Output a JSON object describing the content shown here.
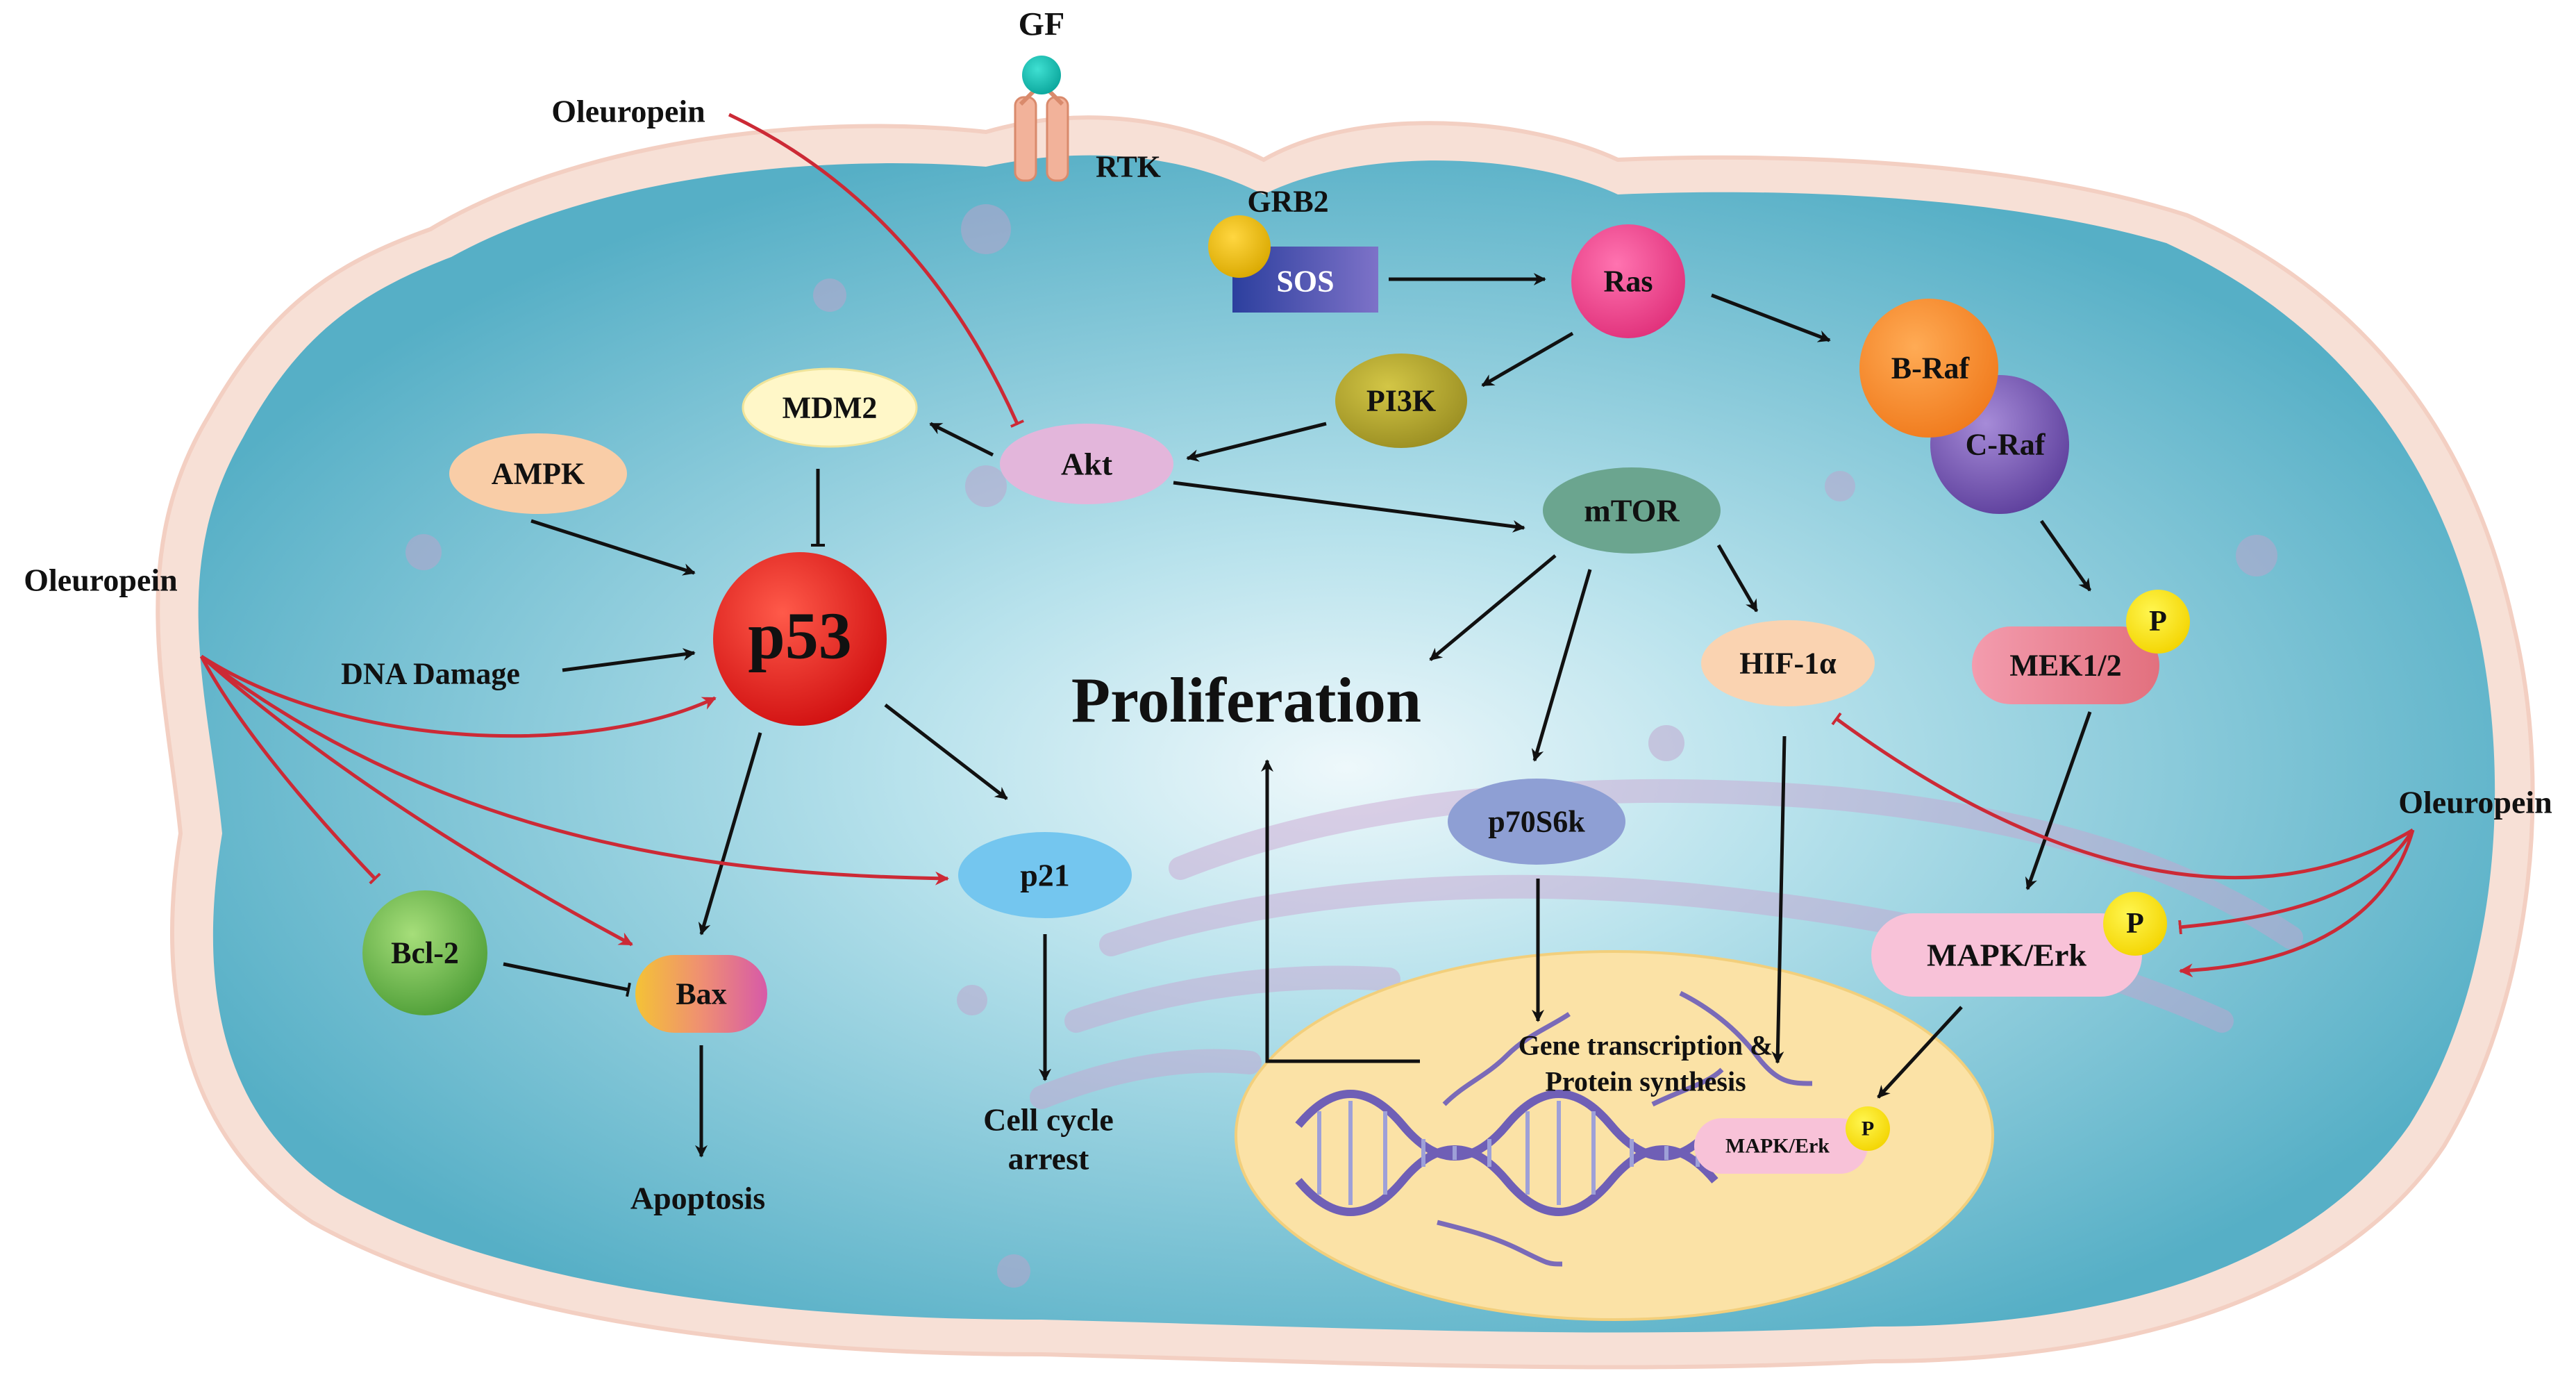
{
  "labels": {
    "gf": "GF",
    "rtk": "RTK",
    "grb2": "GRB2",
    "sos": "SOS",
    "ras": "Ras",
    "braf": "B-Raf",
    "craf": "C-Raf",
    "pi3k": "PI3K",
    "akt": "Akt",
    "mdm2": "MDM2",
    "ampk": "AMPK",
    "p53": "p53",
    "dna_damage": "DNA Damage",
    "mtor": "mTOR",
    "hif1a": "HIF-1α",
    "mek": "MEK1/2",
    "mapk": "MAPK/Erk",
    "mapk_nucleus": "MAPK/Erk",
    "phospho": "P",
    "proliferation": "Proliferation",
    "p70s6k": "p70S6k",
    "p21": "p21",
    "bcl2": "Bcl-2",
    "bax": "Bax",
    "apoptosis": "Apoptosis",
    "cell_cycle_1": "Cell cycle",
    "cell_cycle_2": "arrest",
    "gene_1": "Gene transcription &",
    "gene_2": "Protein synthesis",
    "oleuropein_top": "Oleuropein",
    "oleuropein_left": "Oleuropein",
    "oleuropein_right": "Oleuropein"
  },
  "colors": {
    "cell_fill": "#5fb8cc",
    "cell_edge": "#f6dcd0",
    "nucleus": "#fbe2a6",
    "inhibitor_arrow": "#cc2a36",
    "arrow": "#111111"
  }
}
